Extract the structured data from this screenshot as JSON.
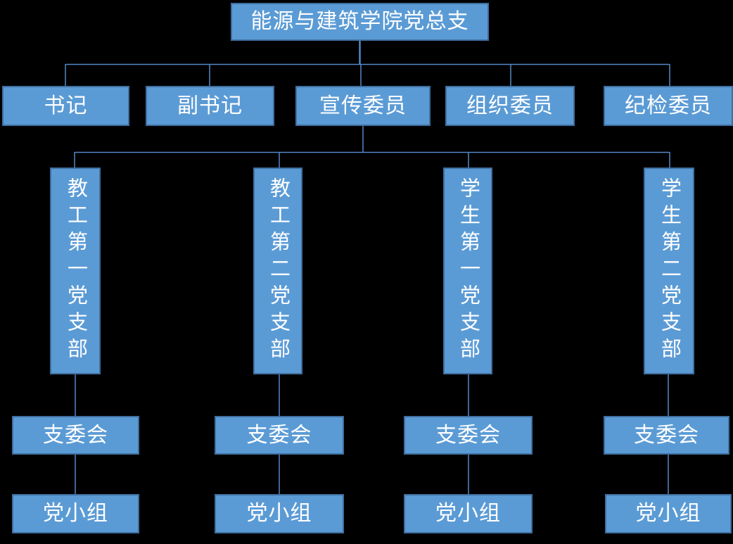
{
  "palette": {
    "background": "#000000",
    "node_fill": "#5B9BD5",
    "node_border": "#3F6E9E",
    "connector_line": "#5488C7",
    "node_text": "#FFFFFF"
  },
  "org_chart": {
    "root": {
      "label": "能源与建筑学院党总支"
    },
    "officers": [
      {
        "label": "书记"
      },
      {
        "label": "副书记"
      },
      {
        "label": "宣传委员"
      },
      {
        "label": "组织委员"
      },
      {
        "label": "纪检委员"
      }
    ],
    "branches": [
      {
        "label": "教工第一党支部",
        "committee_label": "支委会",
        "group_label": "党小组"
      },
      {
        "label": "教工第二党支部",
        "committee_label": "支委会",
        "group_label": "党小组"
      },
      {
        "label": "学生第一党支部",
        "committee_label": "支委会",
        "group_label": "党小组"
      },
      {
        "label": "学生第二党支部",
        "committee_label": "支委会",
        "group_label": "党小组"
      }
    ]
  }
}
